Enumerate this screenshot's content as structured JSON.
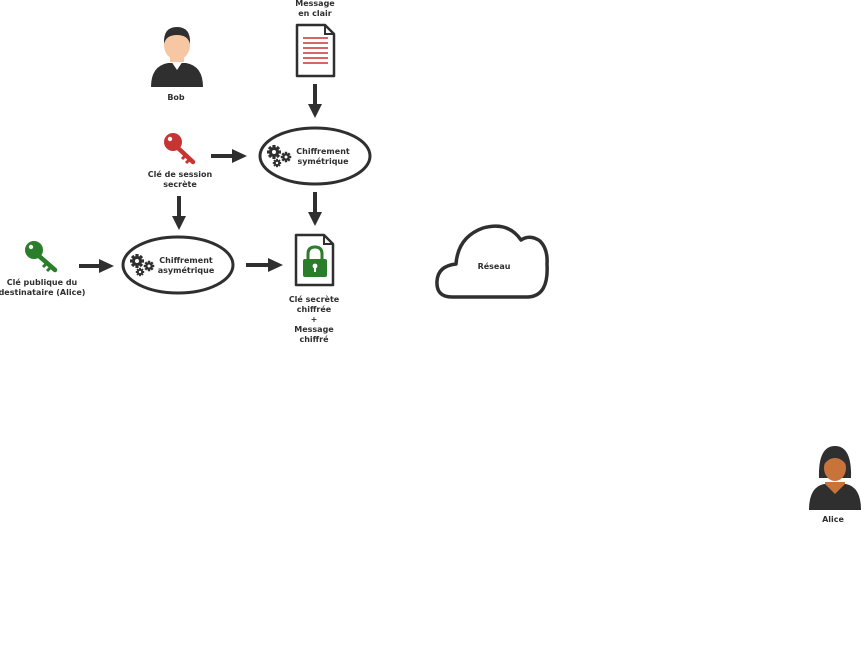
{
  "labels": {
    "plaintext_line1": "Message",
    "plaintext_line2": "en clair",
    "bob": "Bob",
    "alice": "Alice",
    "session_key_line1": "Clé de session",
    "session_key_line2": "secrète",
    "public_key_line1": "Clé publique du",
    "public_key_line2": "destinataire (Alice)",
    "symmetric_line1": "Chiffrement",
    "symmetric_line2": "symétrique",
    "asymmetric_line1": "Chiffrement",
    "asymmetric_line2": "asymétrique",
    "output_line1": "Clé secrète",
    "output_line2": "chiffrée",
    "output_line3": "+",
    "output_line4": "Message",
    "output_line5": "chiffré",
    "network": "Réseau"
  },
  "icons": {
    "bob": "male-user-icon",
    "alice": "female-user-icon",
    "plaintext": "document-icon",
    "session_key": "key-icon",
    "public_key": "key-icon",
    "gears": "gears-icon",
    "locked_document": "locked-document-icon",
    "network": "cloud-icon"
  },
  "colors": {
    "stroke": "#2f2f2f",
    "session_key": "#c73434",
    "public_key": "#2a7d2a",
    "lock": "#2a7d2a",
    "document_lines": "#c73434",
    "bob_skin": "#f7c6a3",
    "alice_skin": "#c8733a"
  }
}
